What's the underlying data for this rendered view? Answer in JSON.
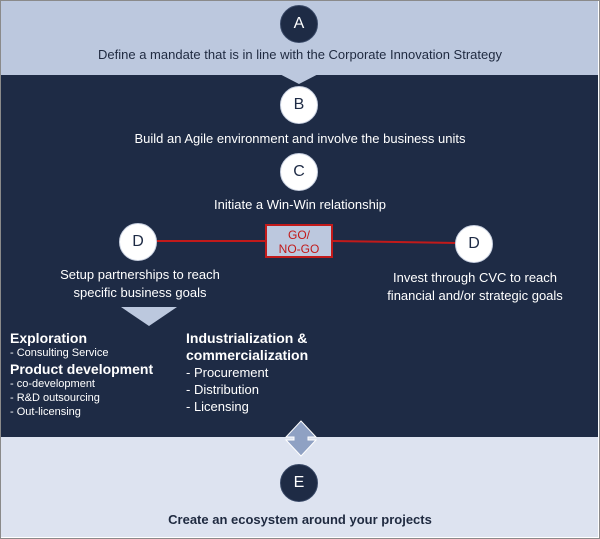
{
  "steps": {
    "a": {
      "letter": "A",
      "text": "Define a mandate that is in line with the Corporate Innovation Strategy"
    },
    "b": {
      "letter": "B",
      "text": "Build an Agile environment and involve the business units"
    },
    "c": {
      "letter": "C",
      "text": "Initiate a Win-Win relationship"
    },
    "d_left": {
      "letter": "D",
      "text_line1": "Setup partnerships to reach",
      "text_line2": "specific business goals"
    },
    "d_right": {
      "letter": "D",
      "text_line1": "Invest through CVC to reach",
      "text_line2": "financial and/or strategic goals"
    },
    "gate": {
      "line1": "GO/",
      "line2": "NO-GO"
    },
    "e": {
      "letter": "E",
      "text": "Create an ecosystem around your projects"
    }
  },
  "left_column": {
    "exploration": {
      "heading": "Exploration",
      "items": [
        "- Consulting  Service"
      ]
    },
    "product_development": {
      "heading": "Product development",
      "items": [
        "- co-development",
        "- R&D outsourcing",
        "- Out-licensing"
      ]
    }
  },
  "right_column": {
    "heading_line1": "Industrialization &",
    "heading_line2": "commercialization",
    "items": [
      "- Procurement",
      "- Distribution",
      "- Licensing"
    ]
  },
  "colors": {
    "navy": "#1e2b45",
    "light_band": "#bcc8de",
    "bottom_band": "#dde3f0",
    "accent_red": "#c21a1a"
  }
}
